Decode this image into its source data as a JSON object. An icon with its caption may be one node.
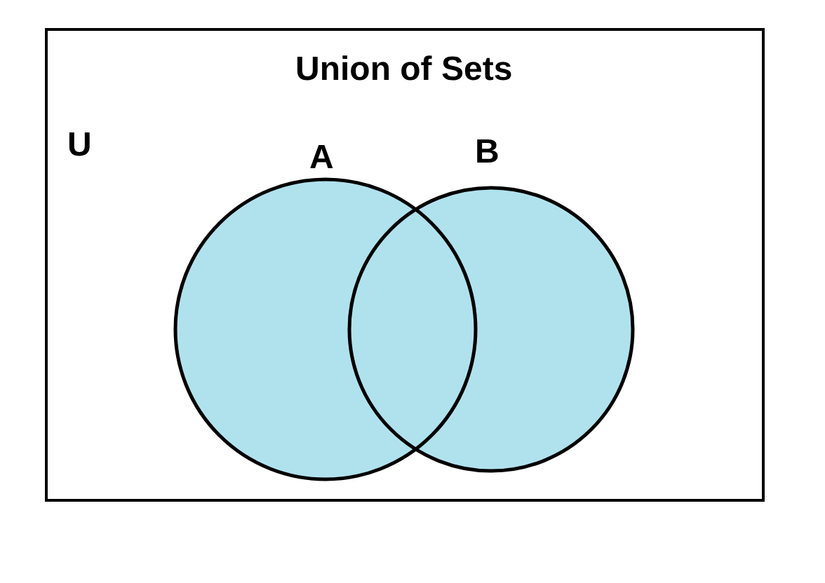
{
  "diagram": {
    "title": "Union of Sets",
    "nodes": [
      {
        "text": [
          "U"
        ]
      },
      {
        "text": [
          "A"
        ],
        "in": 0
      },
      {
        "text": [
          "B"
        ],
        "in": 0
      }
    ]
  }
}
